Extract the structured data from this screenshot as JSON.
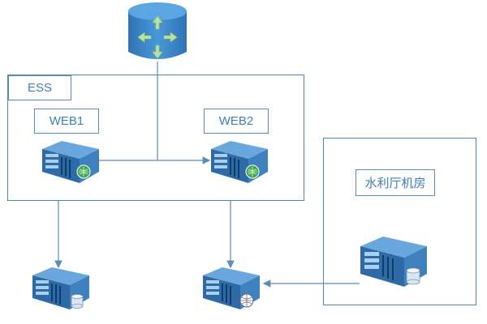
{
  "diagram": {
    "router_icon": "router-database-icon",
    "ess": {
      "label": "ESS",
      "web1": {
        "label": "WEB1",
        "icon": "web-server-icon"
      },
      "web2": {
        "label": "WEB2",
        "icon": "web-server-icon"
      }
    },
    "room": {
      "label": "水利厅机房",
      "icon": "database-server-icon"
    },
    "bottom_servers": [
      {
        "icon": "database-server-icon"
      },
      {
        "icon": "web-globe-server-icon"
      }
    ],
    "colors": {
      "frame": "#4f86b8",
      "line": "#5b8db8",
      "server_top": "#4a86c5",
      "server_front": "#2e6aa6",
      "router_fill": "#3f86c9",
      "arrow": "#b8e39a"
    }
  }
}
